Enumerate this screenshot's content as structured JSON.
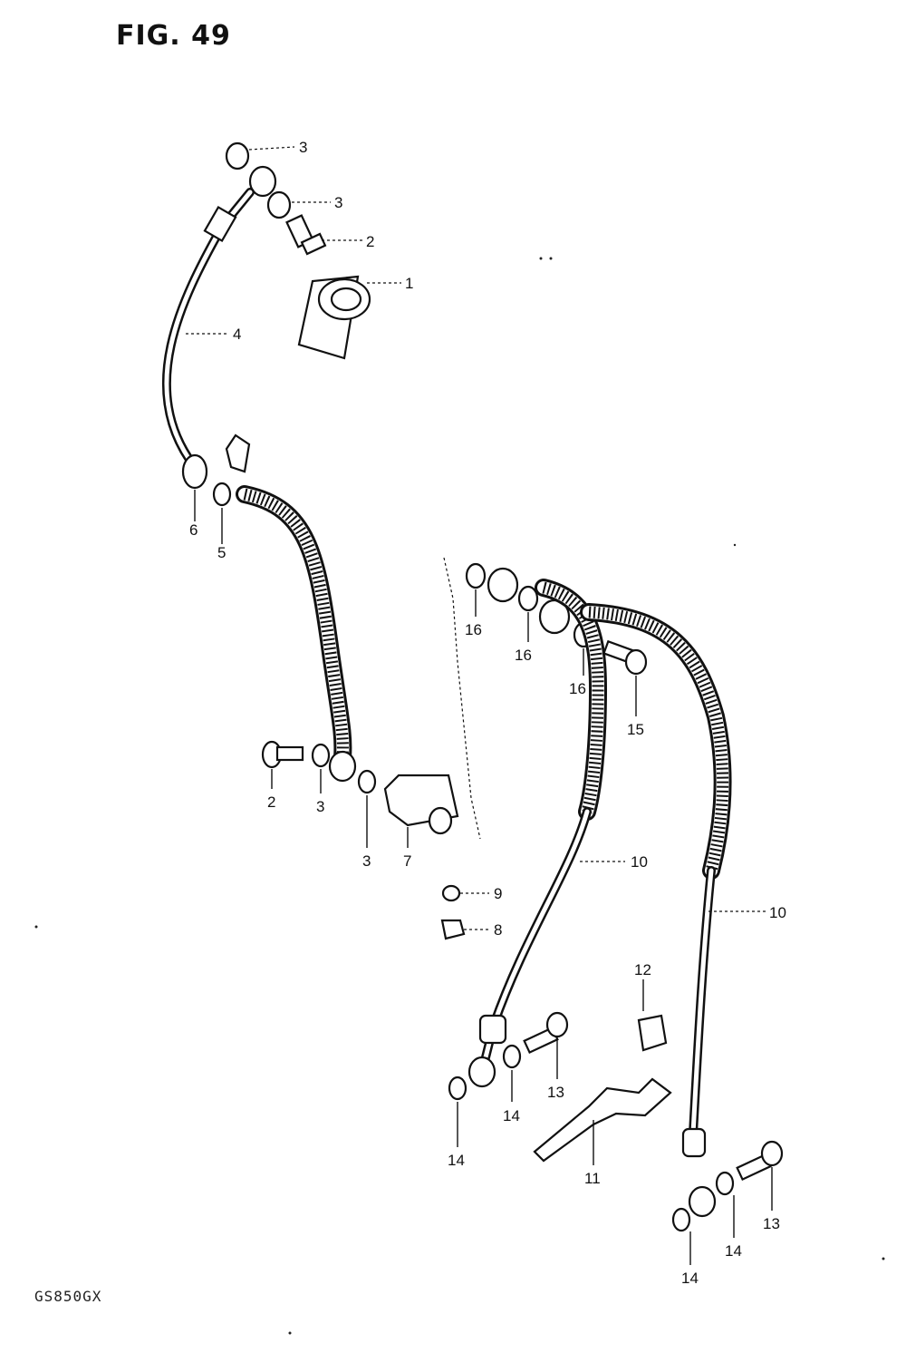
{
  "figure": {
    "title": "FIG. 49",
    "model": "GS850GX"
  },
  "callouts": [
    {
      "id": "c-3a",
      "text": "3"
    },
    {
      "id": "c-3b",
      "text": "3"
    },
    {
      "id": "c-2a",
      "text": "2"
    },
    {
      "id": "c-1",
      "text": "1"
    },
    {
      "id": "c-4",
      "text": "4"
    },
    {
      "id": "c-6",
      "text": "6"
    },
    {
      "id": "c-5",
      "text": "5"
    },
    {
      "id": "c-2b",
      "text": "2"
    },
    {
      "id": "c-3c",
      "text": "3"
    },
    {
      "id": "c-3d",
      "text": "3"
    },
    {
      "id": "c-7",
      "text": "7"
    },
    {
      "id": "c-9",
      "text": "9"
    },
    {
      "id": "c-8",
      "text": "8"
    },
    {
      "id": "c-16a",
      "text": "16"
    },
    {
      "id": "c-16b",
      "text": "16"
    },
    {
      "id": "c-16c",
      "text": "16"
    },
    {
      "id": "c-15",
      "text": "15"
    },
    {
      "id": "c-10a",
      "text": "10"
    },
    {
      "id": "c-10b",
      "text": "10"
    },
    {
      "id": "c-12",
      "text": "12"
    },
    {
      "id": "c-13a",
      "text": "13"
    },
    {
      "id": "c-14a",
      "text": "14"
    },
    {
      "id": "c-14b",
      "text": "14"
    },
    {
      "id": "c-11",
      "text": "11"
    },
    {
      "id": "c-13b",
      "text": "13"
    },
    {
      "id": "c-14c",
      "text": "14"
    },
    {
      "id": "c-14d",
      "text": "14"
    }
  ]
}
